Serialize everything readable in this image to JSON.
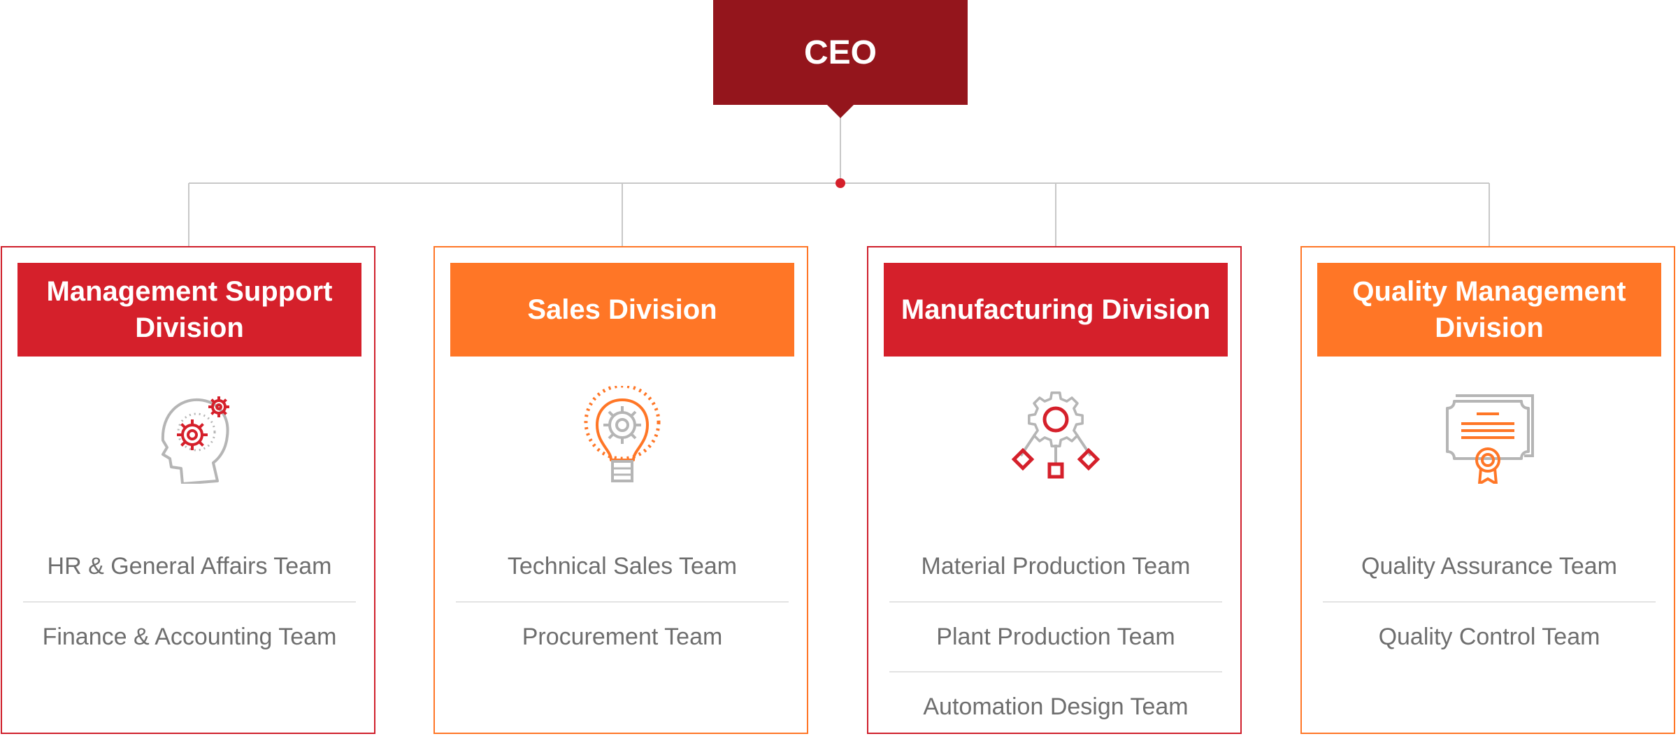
{
  "ceo": {
    "label": "CEO"
  },
  "colors": {
    "ceo": "#94151c",
    "red": "#d5202b",
    "orange": "#ff7626",
    "line": "#c8c8c8",
    "text": "#6e6e6e"
  },
  "divisions": [
    {
      "title": "Management Support Division",
      "theme": "red",
      "icon": "head-gears-icon",
      "teams": [
        "HR & General Affairs Team",
        "Finance & Accounting Team"
      ]
    },
    {
      "title": "Sales Division",
      "theme": "orange",
      "icon": "lightbulb-gear-icon",
      "teams": [
        "Technical Sales Team",
        "Procurement Team"
      ]
    },
    {
      "title": "Manufacturing Division",
      "theme": "red",
      "icon": "gear-network-icon",
      "teams": [
        "Material Production Team",
        "Plant Production Team",
        "Automation Design Team"
      ]
    },
    {
      "title": "Quality Management Division",
      "theme": "orange",
      "icon": "certificate-icon",
      "teams": [
        "Quality Assurance Team",
        "Quality Control Team"
      ]
    }
  ]
}
